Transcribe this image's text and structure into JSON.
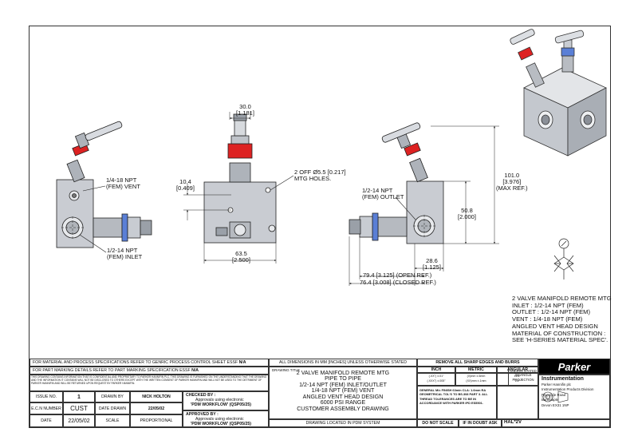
{
  "dimensions": {
    "d30": "30.0",
    "d30in": "[1.181]",
    "d104": "10.4",
    "d104in": "[0.409]",
    "d635": "63.5",
    "d635in": "[2.500]",
    "mtg1": "2 OFF Ø5.5 [0.217]",
    "mtg2": "MTG HOLES.",
    "d1010": "101.0",
    "d1010in": "[3.976]",
    "d1010max": "(MAX REF.)",
    "d508": "50.8",
    "d508in": "[2.000]",
    "d286": "28.6",
    "d286in": "[1.125]",
    "d794": "79.4 [3.125] (OPEN REF.)",
    "d764": "76.4 [3.008] (CLOSED REF.)"
  },
  "callouts": {
    "vent1": "1/4-18 NPT",
    "vent2": "(FEM) VENT",
    "inlet1": "1/2-14 NPT",
    "inlet2": "(FEM) INLET",
    "outlet1": "1/2-14 NPT",
    "outlet2": "(FEM) OUTLET"
  },
  "notes": [
    "2 VALVE MANIFOLD REMOTE MTG",
    "INLET : 1/2-14 NPT (FEM)",
    "OUTLET : 1/2-14 NPT (FEM)",
    "VENT : 1/4-18 NPT (FEM)",
    "ANGLED VENT HEAD DESIGN",
    "MATERIAL OF CONSTRUCTION :",
    "SEE 'H-SERIES MATERIAL SPEC'."
  ],
  "title_block": {
    "spec_line1": "FOR MATERIAL AND PROCESS SPECIFICATIONS REFER TO GENRIC PROCESS CONTROL SHEET ESSF",
    "spec_val1": "N/A",
    "spec_line2": "FOR PART MARKING DETAILS REFER TO PART MARKING SPECIFICATION ESSF",
    "spec_val2": "N/A",
    "confidential": "THIS DRAWING CONTAINS INFORMATION THAT IS CONFIDENTIAL AND PROPRIETARY TO PARKER HANNIFIN PLC. THIS DRAWING IS FURNISHED ON THE UNDERSTANDING THAT THE DRAWING AND THE INFORMATION IT CONTAINS WILL NOT BE DISCLOSED TO OTHERS EXCEPT WITH THE WRITTEN CONSENT OF PARKER HANNIFIN AND WILL NOT BE USED TO THE DETRIMENT OF PARKER HANNIFIN AND WILL BE RETURNED UPON REQUEST BY PARKER HANNIFIN.",
    "issue_no_label": "ISSUE NO.",
    "issue_no": "1",
    "drawn_by_label": "DRAWN BY",
    "drawn_by": "NICK HOLTON",
    "ecn_label": "E.C.N NUMBER",
    "ecn": "CUST",
    "date_drawn_label": "DATE DRAWN",
    "date_drawn": "22/05/02",
    "date_label": "DATE",
    "date": "22/05/02",
    "scale_label": "SCALE",
    "scale": "PROPORTIONAL",
    "checked_by": "CHECKED BY :",
    "approved_by": "APPROVED BY :",
    "approvals": "Approvals using electronic",
    "workflow": "'PDM WORKFLOW' (QSP05/25)",
    "units": "ALL DIMENSIONS IN MM [INCHES] UNLESS OTHERWISE STATED",
    "drawing_title_label": "DRAWING TITLE",
    "title_lines": [
      "2 VALVE MANIFOLD REMOTE MTG",
      "PIPE TO PIPE",
      "1/2-14 NPT (FEM) INLET/OUTLET",
      "1/4-18 NPT (FEM) VENT",
      "ANGLED VENT HEAD DESIGN",
      "6000 PSI RANGE",
      "CUSTOMER ASSEMBLY DRAWING"
    ],
    "pdm": "DRAWING LOCATED IN PDM SYSTEM",
    "burrs": "REMOVE ALL SHARP EDGES AND BURRS",
    "inch": "INCH",
    "metric": "METRIC",
    "angular": "ANGULAR",
    "inch_v1": "(.XX\") ±.01\"",
    "inch_v2": "(.XXX\") ±.005\"",
    "metric_v1": "(X)mm ±.5mm",
    "metric_v2": "(XX)mm ±.1mm",
    "ang_v1": "±1/2°",
    "ang_v2": "1/2°",
    "general": "GENERAL M/c FINISH 63min CLA: 1.6mm RA GEOMETRICAL TOL'S TO BS.308 PART 3. ALL THREAD TOLERANCES ARE TO BE IN ACCORDANCE WITH PARKER IPD ES5501.",
    "unless_stated": "UNLESS STATED",
    "third_angle": "3rd ANGLE",
    "projection": "PROJECTION",
    "do_not_scale": "DO NOT SCALE",
    "if_in_doubt": "IF IN DOUBT ASK",
    "part_no": "HAL*2V",
    "brand": "Parker",
    "instrumentation": "Instrumentation",
    "address": [
      "Parker Hannifin plc",
      "Instrumentation Products Division",
      "Riverside Road",
      "Barnstaple",
      "Devon EX31 1NP"
    ]
  }
}
